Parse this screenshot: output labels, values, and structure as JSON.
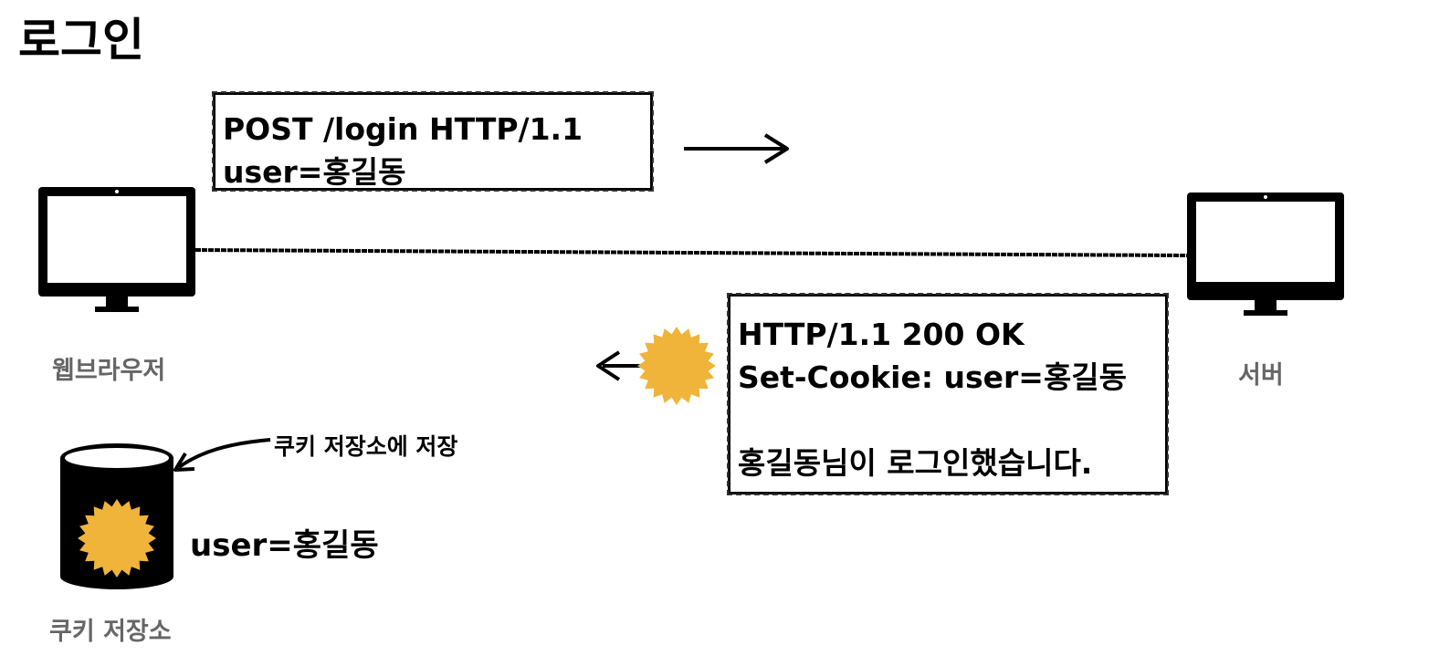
{
  "title": "로그인",
  "request": {
    "line1": "POST /login HTTP/1.1",
    "line2": "user=홍길동"
  },
  "response": {
    "line1": "HTTP/1.1 200 OK",
    "line2": "Set-Cookie: user=홍길동",
    "line3": "홍길동님이 로그인했습니다."
  },
  "browser_label": "웹브라우저",
  "server_label": "서버",
  "cookie_store": {
    "label": "쿠키 저장소",
    "note": "쿠키 저장소에 저장",
    "value": "user=홍길동"
  },
  "colors": {
    "cookie": "#f0b43a",
    "ink": "#000000",
    "label_gray": "#666666"
  },
  "icons": [
    "monitor-icon",
    "cookie-icon",
    "database-icon",
    "arrow-icon"
  ]
}
